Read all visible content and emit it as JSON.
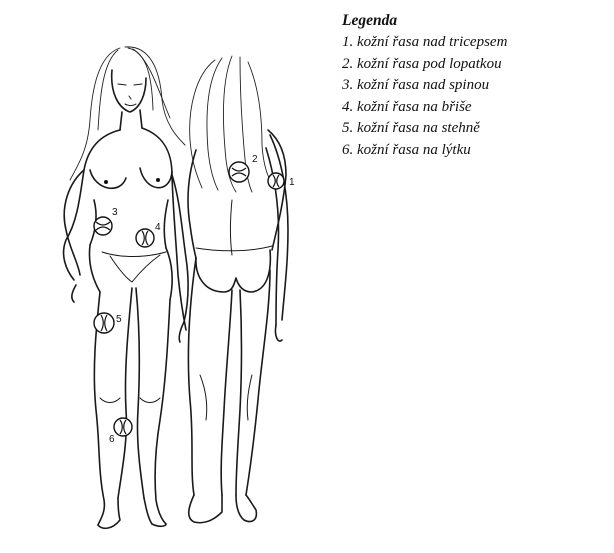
{
  "legend": {
    "title": "Legenda",
    "items": [
      "1. kožní řasa nad tricepsem",
      "2. kožní řasa pod lopatkou",
      "3. kožní řasa nad spinou",
      "4. kožní řasa na břiše",
      "5. kožní řasa na stehně",
      "6. kožní řasa na lýtku"
    ]
  },
  "markers": [
    "1",
    "2",
    "3",
    "4",
    "5",
    "6"
  ],
  "colors": {
    "ink": "#111111",
    "background": "#ffffff"
  }
}
